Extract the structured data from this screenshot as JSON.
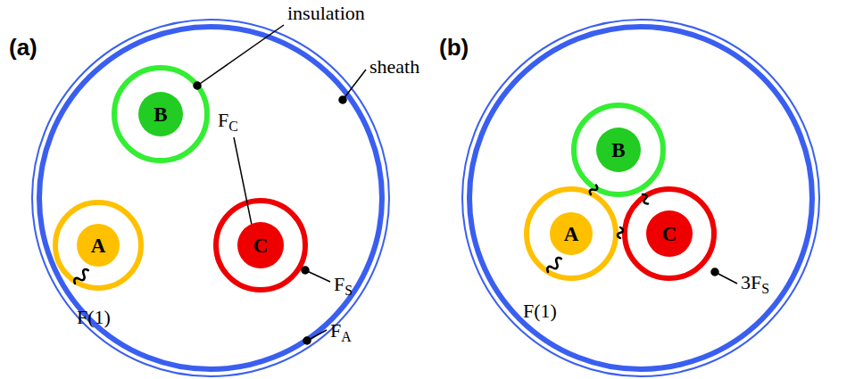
{
  "diagram": {
    "nodes": [
      {
        "text": [
          "B"
        ]
      },
      {
        "text": [
          "A"
        ]
      },
      {
        "text": [
          "C"
        ]
      },
      {
        "text": [
          "B"
        ]
      },
      {
        "text": [
          "A"
        ]
      },
      {
        "text": [
          "C"
        ]
      }
    ],
    "labels": [
      "(a)",
      "insulation",
      "sheath",
      "FC",
      "FS",
      "FA",
      "F(1)",
      "(b)",
      "F(1)",
      "3FS"
    ]
  }
}
